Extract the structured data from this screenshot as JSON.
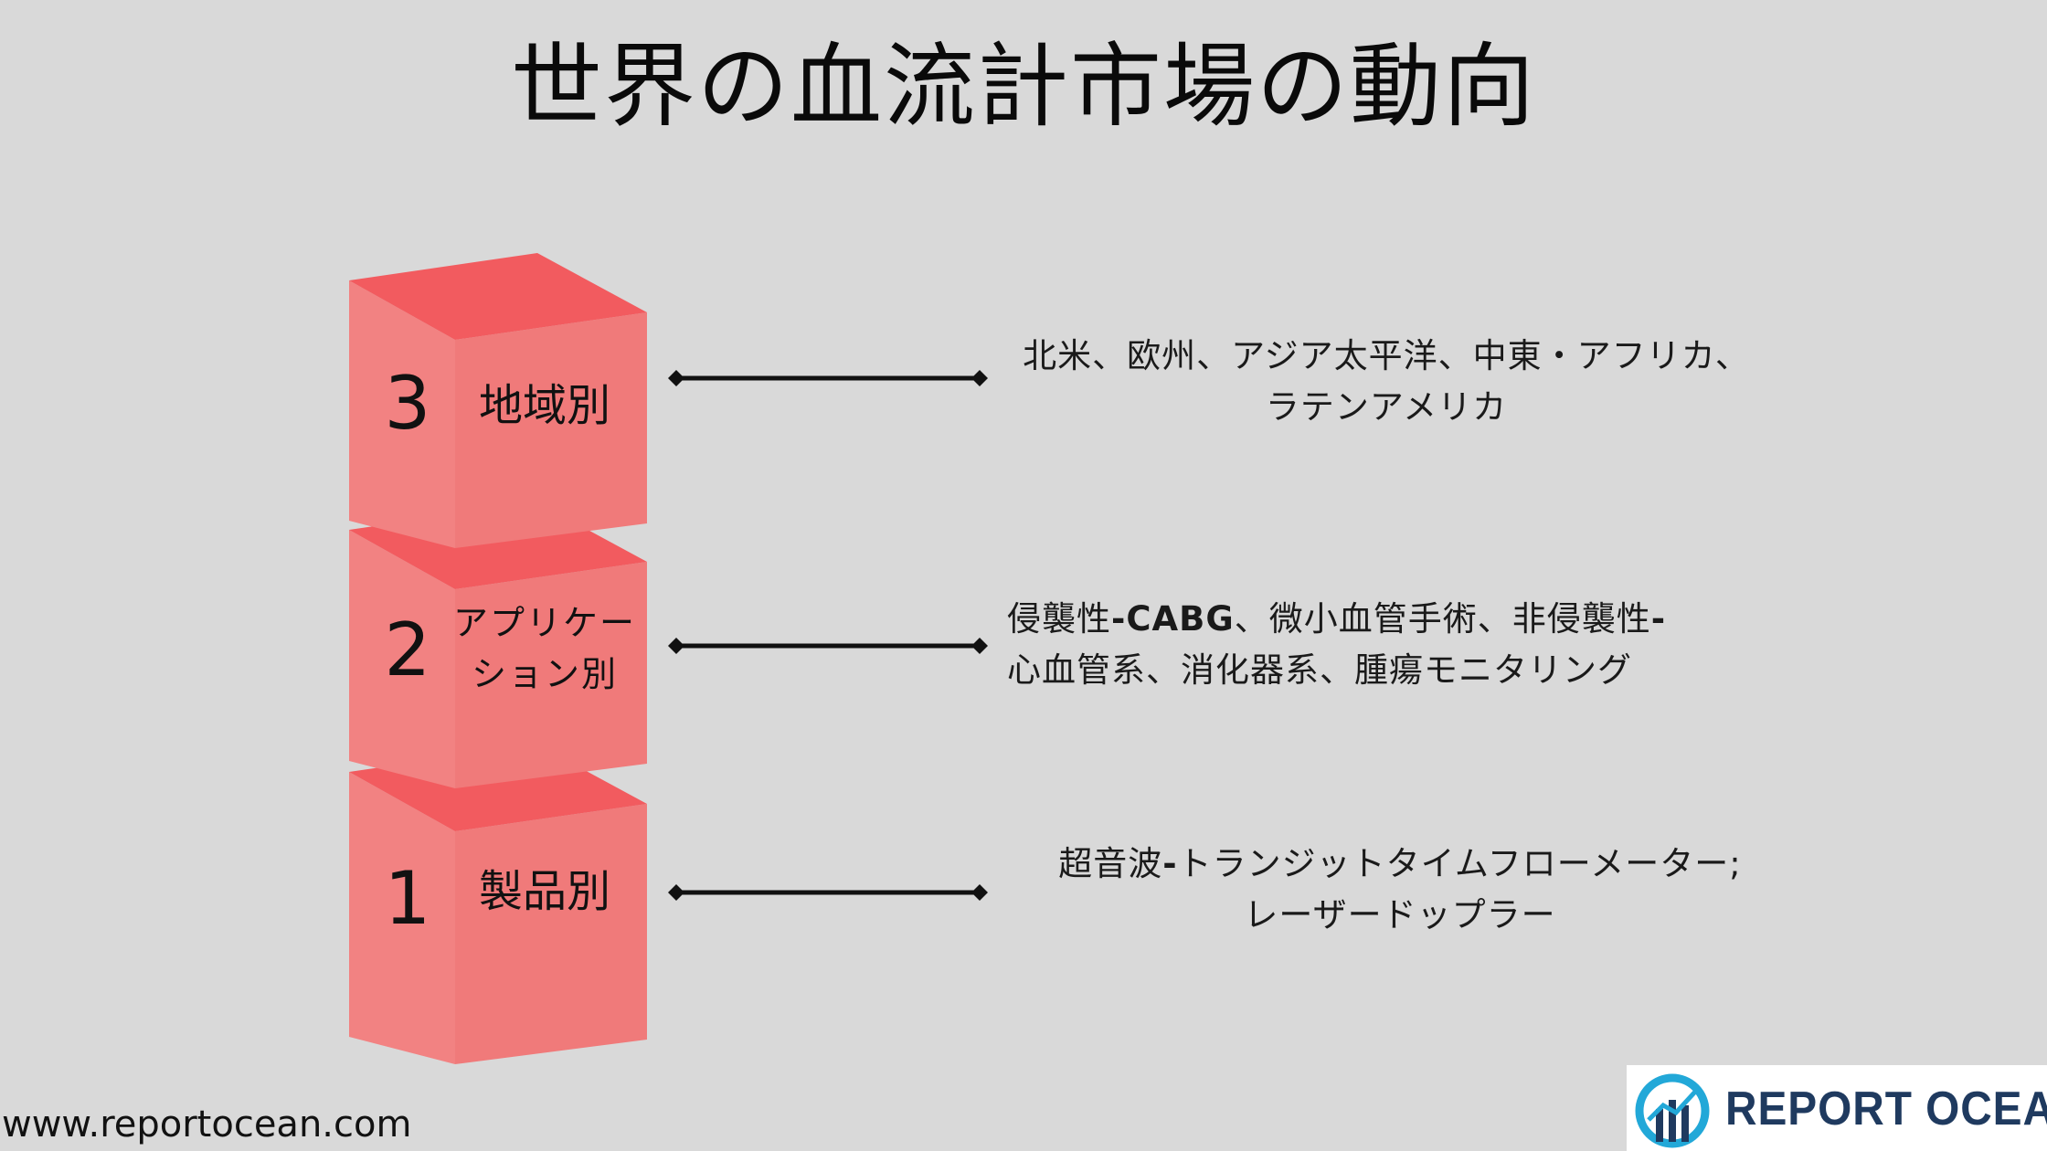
{
  "title": "世界の血流計市場の動向",
  "colors": {
    "cube_top": "#f25b5f",
    "cube_front": "#f28282",
    "cube_side": "#f07a7a",
    "connector": "#111111",
    "background": "#d9d9d9"
  },
  "levels": [
    {
      "number": "3",
      "label_lines": [
        "地域別"
      ],
      "desc_lines": [
        {
          "parts": [
            {
              "text": "北米、欧州、アジア太平洋、中東・アフリカ、",
              "bold": false
            }
          ]
        },
        {
          "parts": [
            {
              "text": "ラテンアメリカ",
              "bold": false
            }
          ]
        }
      ]
    },
    {
      "number": "2",
      "label_lines": [
        "アプリケー",
        "ション別"
      ],
      "desc_lines": [
        {
          "parts": [
            {
              "text": "侵襲性",
              "bold": false
            },
            {
              "text": "-CABG",
              "bold": true
            },
            {
              "text": "、微小血管手術、非侵襲性",
              "bold": false
            },
            {
              "text": "-",
              "bold": true
            }
          ]
        },
        {
          "parts": [
            {
              "text": "心血管系、消化器系、腫瘍モニタリング",
              "bold": false
            }
          ]
        }
      ]
    },
    {
      "number": "1",
      "label_lines": [
        "製品別"
      ],
      "desc_lines": [
        {
          "parts": [
            {
              "text": "超音波",
              "bold": false
            },
            {
              "text": "-",
              "bold": true
            },
            {
              "text": "トランジットタイムフローメーター",
              "bold": false
            },
            {
              "text": ";",
              "bold": false
            }
          ]
        },
        {
          "parts": [
            {
              "text": "レーザードップラー",
              "bold": false
            }
          ]
        }
      ]
    }
  ],
  "footer": {
    "website": "www.reportocean.com"
  },
  "logo": {
    "text": "REPORT OCEAN"
  }
}
